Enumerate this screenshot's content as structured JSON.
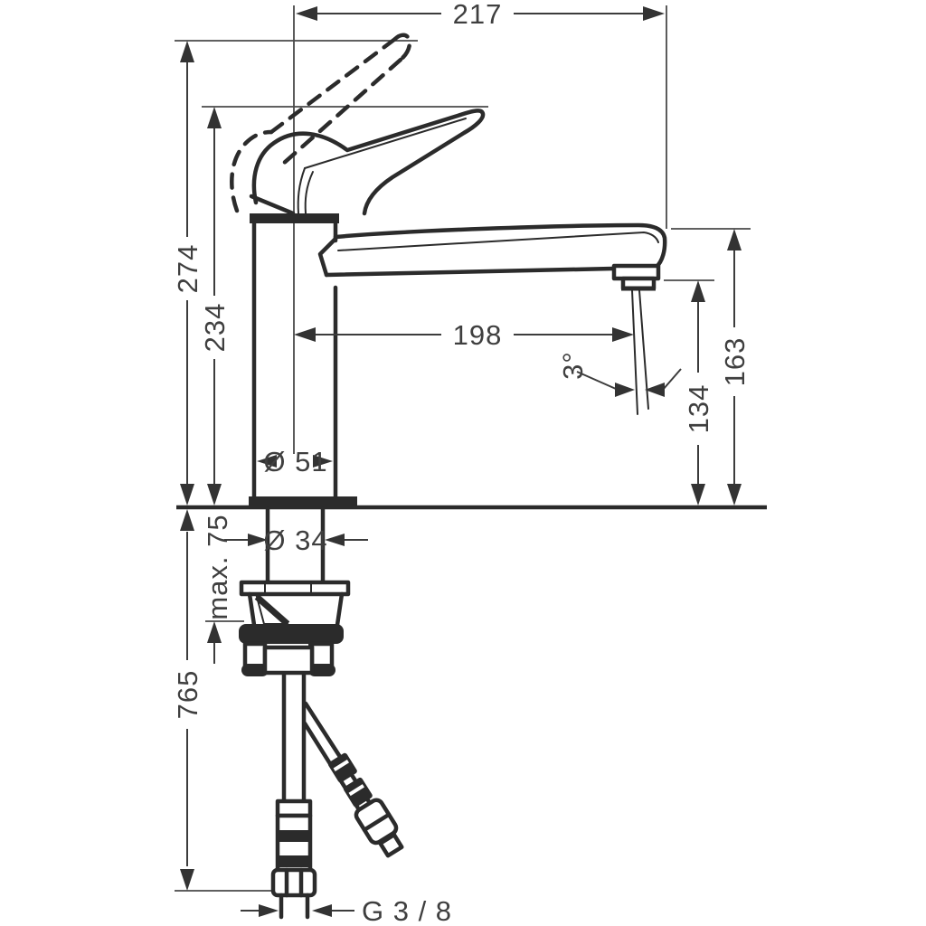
{
  "meta": {
    "background": "#ffffff",
    "line_color": "#2b2b2b",
    "dimension_color": "#3f3f3f"
  },
  "diagram": {
    "type": "technical-drawing",
    "subject": "single-lever kitchen mixer tap, side elevation with installation dimensions",
    "units": "mm",
    "dimensions": {
      "spout_projection": "217",
      "overall_height": "274",
      "height_to_lever": "234",
      "spout_reach": "198",
      "stream_angle": "3°",
      "spout_outlet_height": "163",
      "aerator_height": "134",
      "body_diameter": "Ø 51",
      "shank_diameter": "Ø 34",
      "max_counter_thickness": "max. 75",
      "hose_length": "765",
      "connection_thread": "G 3 / 8"
    }
  }
}
